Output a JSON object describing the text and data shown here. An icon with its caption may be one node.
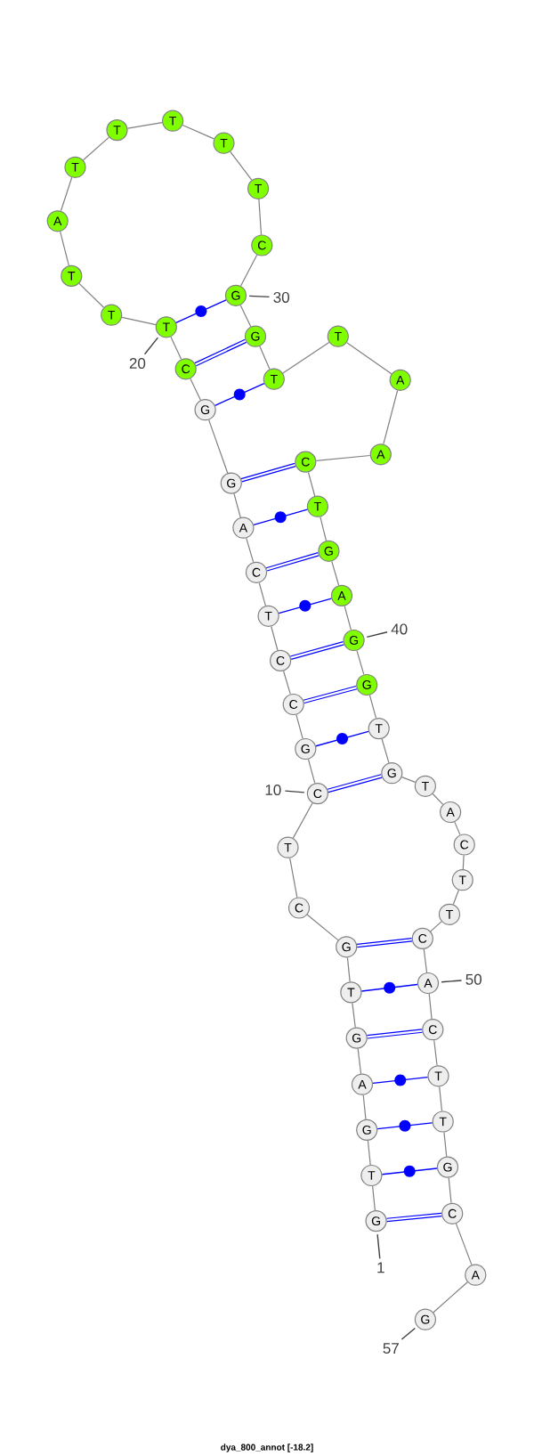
{
  "diagram": {
    "title": "dya_800_annot [-18.2]",
    "nodes": [
      {
        "text": [
          "G"
        ]
      },
      {
        "text": [
          "T"
        ]
      },
      {
        "text": [
          "G"
        ]
      },
      {
        "text": [
          "A"
        ]
      },
      {
        "text": [
          "G"
        ]
      },
      {
        "text": [
          "T"
        ]
      },
      {
        "text": [
          "G"
        ]
      },
      {
        "text": [
          "C"
        ]
      },
      {
        "text": [
          "T"
        ]
      },
      {
        "text": [
          "C"
        ]
      },
      {
        "text": [
          "G"
        ]
      },
      {
        "text": [
          "C"
        ]
      },
      {
        "text": [
          "C"
        ]
      },
      {
        "text": [
          "T"
        ]
      },
      {
        "text": [
          "C"
        ]
      },
      {
        "text": [
          "A"
        ]
      },
      {
        "text": [
          "G"
        ]
      },
      {
        "text": [
          "G"
        ]
      },
      {
        "text": [
          "C"
        ]
      },
      {
        "text": [
          "T"
        ]
      },
      {
        "text": [
          "T"
        ]
      },
      {
        "text": [
          "T"
        ]
      },
      {
        "text": [
          "A"
        ]
      },
      {
        "text": [
          "T"
        ]
      },
      {
        "text": [
          "T"
        ]
      },
      {
        "text": [
          "T"
        ]
      },
      {
        "text": [
          "T"
        ]
      },
      {
        "text": [
          "T"
        ]
      },
      {
        "text": [
          "C"
        ]
      },
      {
        "text": [
          "G"
        ]
      },
      {
        "text": [
          "G"
        ]
      },
      {
        "text": [
          "T"
        ]
      },
      {
        "text": [
          "T"
        ]
      },
      {
        "text": [
          "A"
        ]
      },
      {
        "text": [
          "A"
        ]
      },
      {
        "text": [
          "C"
        ]
      },
      {
        "text": [
          "T"
        ]
      },
      {
        "text": [
          "G"
        ]
      },
      {
        "text": [
          "A"
        ]
      },
      {
        "text": [
          "G"
        ]
      },
      {
        "text": [
          "G"
        ]
      },
      {
        "text": [
          "T"
        ]
      },
      {
        "text": [
          "G"
        ]
      },
      {
        "text": [
          "T"
        ]
      },
      {
        "text": [
          "A"
        ]
      },
      {
        "text": [
          "C"
        ]
      },
      {
        "text": [
          "T"
        ]
      },
      {
        "text": [
          "T"
        ]
      },
      {
        "text": [
          "C"
        ]
      },
      {
        "text": [
          "A"
        ]
      },
      {
        "text": [
          "C"
        ]
      },
      {
        "text": [
          "T"
        ]
      },
      {
        "text": [
          "T"
        ]
      },
      {
        "text": [
          "G"
        ]
      },
      {
        "text": [
          "C"
        ]
      },
      {
        "text": [
          "A"
        ]
      },
      {
        "text": [
          "G"
        ]
      },
      {
        "text": [
          "1"
        ]
      },
      {
        "text": [
          "10"
        ]
      },
      {
        "text": [
          "20"
        ]
      },
      {
        "text": [
          "30"
        ]
      },
      {
        "text": [
          "40"
        ]
      },
      {
        "text": [
          "50"
        ]
      },
      {
        "text": [
          "57"
        ]
      }
    ],
    "edges": [
      {
        "from": 0,
        "to": 1,
        "arrow": "none"
      },
      {
        "from": 1,
        "to": 2,
        "arrow": "none"
      },
      {
        "from": 2,
        "to": 3,
        "arrow": "none"
      },
      {
        "from": 3,
        "to": 4,
        "arrow": "none"
      },
      {
        "from": 4,
        "to": 5,
        "arrow": "none"
      },
      {
        "from": 5,
        "to": 6,
        "arrow": "none"
      },
      {
        "from": 6,
        "to": 7,
        "arrow": "none"
      },
      {
        "from": 7,
        "to": 8,
        "arrow": "none"
      },
      {
        "from": 8,
        "to": 9,
        "arrow": "none"
      },
      {
        "from": 9,
        "to": 10,
        "arrow": "none"
      },
      {
        "from": 10,
        "to": 11,
        "arrow": "none"
      },
      {
        "from": 11,
        "to": 12,
        "arrow": "none"
      },
      {
        "from": 12,
        "to": 13,
        "arrow": "none"
      },
      {
        "from": 13,
        "to": 14,
        "arrow": "none"
      },
      {
        "from": 14,
        "to": 15,
        "arrow": "none"
      },
      {
        "from": 15,
        "to": 16,
        "arrow": "none"
      },
      {
        "from": 16,
        "to": 17,
        "arrow": "none"
      },
      {
        "from": 17,
        "to": 18,
        "arrow": "none"
      },
      {
        "from": 18,
        "to": 19,
        "arrow": "none"
      },
      {
        "from": 19,
        "to": 20,
        "arrow": "none"
      },
      {
        "from": 20,
        "to": 21,
        "arrow": "none"
      },
      {
        "from": 21,
        "to": 22,
        "arrow": "none"
      },
      {
        "from": 22,
        "to": 23,
        "arrow": "none"
      },
      {
        "from": 23,
        "to": 24,
        "arrow": "none"
      },
      {
        "from": 24,
        "to": 25,
        "arrow": "none"
      },
      {
        "from": 25,
        "to": 26,
        "arrow": "none"
      },
      {
        "from": 26,
        "to": 27,
        "arrow": "none"
      },
      {
        "from": 27,
        "to": 28,
        "arrow": "none"
      },
      {
        "from": 28,
        "to": 29,
        "arrow": "none"
      },
      {
        "from": 29,
        "to": 30,
        "arrow": "none"
      },
      {
        "from": 30,
        "to": 31,
        "arrow": "none"
      },
      {
        "from": 31,
        "to": 32,
        "arrow": "none"
      },
      {
        "from": 32,
        "to": 33,
        "arrow": "none"
      },
      {
        "from": 33,
        "to": 34,
        "arrow": "none"
      },
      {
        "from": 34,
        "to": 35,
        "arrow": "none"
      },
      {
        "from": 35,
        "to": 36,
        "arrow": "none"
      },
      {
        "from": 36,
        "to": 37,
        "arrow": "none"
      },
      {
        "from": 37,
        "to": 38,
        "arrow": "none"
      },
      {
        "from": 38,
        "to": 39,
        "arrow": "none"
      },
      {
        "from": 39,
        "to": 40,
        "arrow": "none"
      },
      {
        "from": 40,
        "to": 41,
        "arrow": "none"
      },
      {
        "from": 41,
        "to": 42,
        "arrow": "none"
      },
      {
        "from": 42,
        "to": 43,
        "arrow": "none"
      },
      {
        "from": 43,
        "to": 44,
        "arrow": "none"
      },
      {
        "from": 44,
        "to": 45,
        "arrow": "none"
      },
      {
        "from": 45,
        "to": 46,
        "arrow": "none"
      },
      {
        "from": 46,
        "to": 47,
        "arrow": "none"
      },
      {
        "from": 47,
        "to": 48,
        "arrow": "none"
      },
      {
        "from": 48,
        "to": 49,
        "arrow": "none"
      },
      {
        "from": 49,
        "to": 50,
        "arrow": "none"
      },
      {
        "from": 50,
        "to": 51,
        "arrow": "none"
      },
      {
        "from": 51,
        "to": 52,
        "arrow": "none"
      },
      {
        "from": 52,
        "to": 53,
        "arrow": "none"
      },
      {
        "from": 53,
        "to": 54,
        "arrow": "none"
      },
      {
        "from": 54,
        "to": 55,
        "arrow": "none"
      },
      {
        "from": 55,
        "to": 56,
        "arrow": "none"
      },
      {
        "from": 0,
        "to": 54,
        "arrow": "none",
        "style": "thick",
        "color": "#0000ff"
      },
      {
        "from": 1,
        "to": 53,
        "arrow": "none",
        "color": "#0000ff"
      },
      {
        "from": 2,
        "to": 52,
        "arrow": "none",
        "color": "#0000ff"
      },
      {
        "from": 3,
        "to": 51,
        "arrow": "none",
        "color": "#0000ff"
      },
      {
        "from": 4,
        "to": 50,
        "arrow": "none",
        "style": "thick",
        "color": "#0000ff"
      },
      {
        "from": 5,
        "to": 49,
        "arrow": "none",
        "color": "#0000ff"
      },
      {
        "from": 6,
        "to": 48,
        "arrow": "none",
        "style": "thick",
        "color": "#0000ff"
      },
      {
        "from": 9,
        "to": 42,
        "arrow": "none",
        "style": "thick",
        "color": "#0000ff"
      },
      {
        "from": 10,
        "to": 41,
        "arrow": "none",
        "color": "#0000ff"
      },
      {
        "from": 11,
        "to": 40,
        "arrow": "none",
        "style": "thick",
        "color": "#0000ff"
      },
      {
        "from": 12,
        "to": 39,
        "arrow": "none",
        "style": "thick",
        "color": "#0000ff"
      },
      {
        "from": 13,
        "to": 38,
        "arrow": "none",
        "color": "#0000ff"
      },
      {
        "from": 14,
        "to": 37,
        "arrow": "none",
        "style": "thick",
        "color": "#0000ff"
      },
      {
        "from": 15,
        "to": 36,
        "arrow": "none",
        "color": "#0000ff"
      },
      {
        "from": 16,
        "to": 35,
        "arrow": "none",
        "style": "thick",
        "color": "#0000ff"
      },
      {
        "from": 17,
        "to": 31,
        "arrow": "none",
        "color": "#0000ff"
      },
      {
        "from": 18,
        "to": 30,
        "arrow": "none",
        "style": "thick",
        "color": "#0000ff"
      },
      {
        "from": 19,
        "to": 29,
        "arrow": "none",
        "color": "#0000ff"
      },
      {
        "from": 57,
        "to": 0,
        "arrow": "none",
        "color": "#404040"
      },
      {
        "from": 58,
        "to": 9,
        "arrow": "none",
        "color": "#404040"
      },
      {
        "from": 59,
        "to": 19,
        "arrow": "none",
        "color": "#404040"
      },
      {
        "from": 60,
        "to": 29,
        "arrow": "none",
        "color": "#404040"
      },
      {
        "from": 61,
        "to": 39,
        "arrow": "none",
        "color": "#404040"
      },
      {
        "from": 62,
        "to": 49,
        "arrow": "none",
        "color": "#404040"
      },
      {
        "from": 63,
        "to": 56,
        "arrow": "none",
        "color": "#404040"
      }
    ]
  }
}
